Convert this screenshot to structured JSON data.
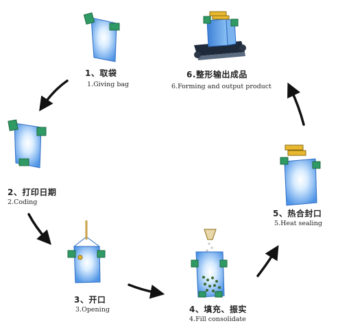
{
  "steps": [
    {
      "number": "1、",
      "cn": "取袋",
      "en": "1.Giving bag"
    },
    {
      "number": "2、",
      "cn": "打印日期",
      "en": "2.Coding"
    },
    {
      "number": "3、",
      "cn": "开口",
      "en": "3.Opening"
    },
    {
      "number": "4、",
      "cn": "填充、振实",
      "en": "4.Fill consolidate"
    },
    {
      "number": "5、",
      "cn": "热合封口",
      "en": "5.Heat sealing"
    },
    {
      "number": "6.",
      "cn": "整形输出成品",
      "en": "6.Forming and output product"
    }
  ],
  "icons": [
    "bag-icon",
    "coded-bag-icon",
    "open-bag-icon",
    "filling-bag-icon",
    "heat-seal-bag-icon",
    "conveyor-output-icon"
  ],
  "colors": {
    "bag_blue": "#5aa0e8",
    "clip_green": "#2f9a64",
    "seal_yellow": "#e8b830",
    "arrow": "#111111"
  }
}
